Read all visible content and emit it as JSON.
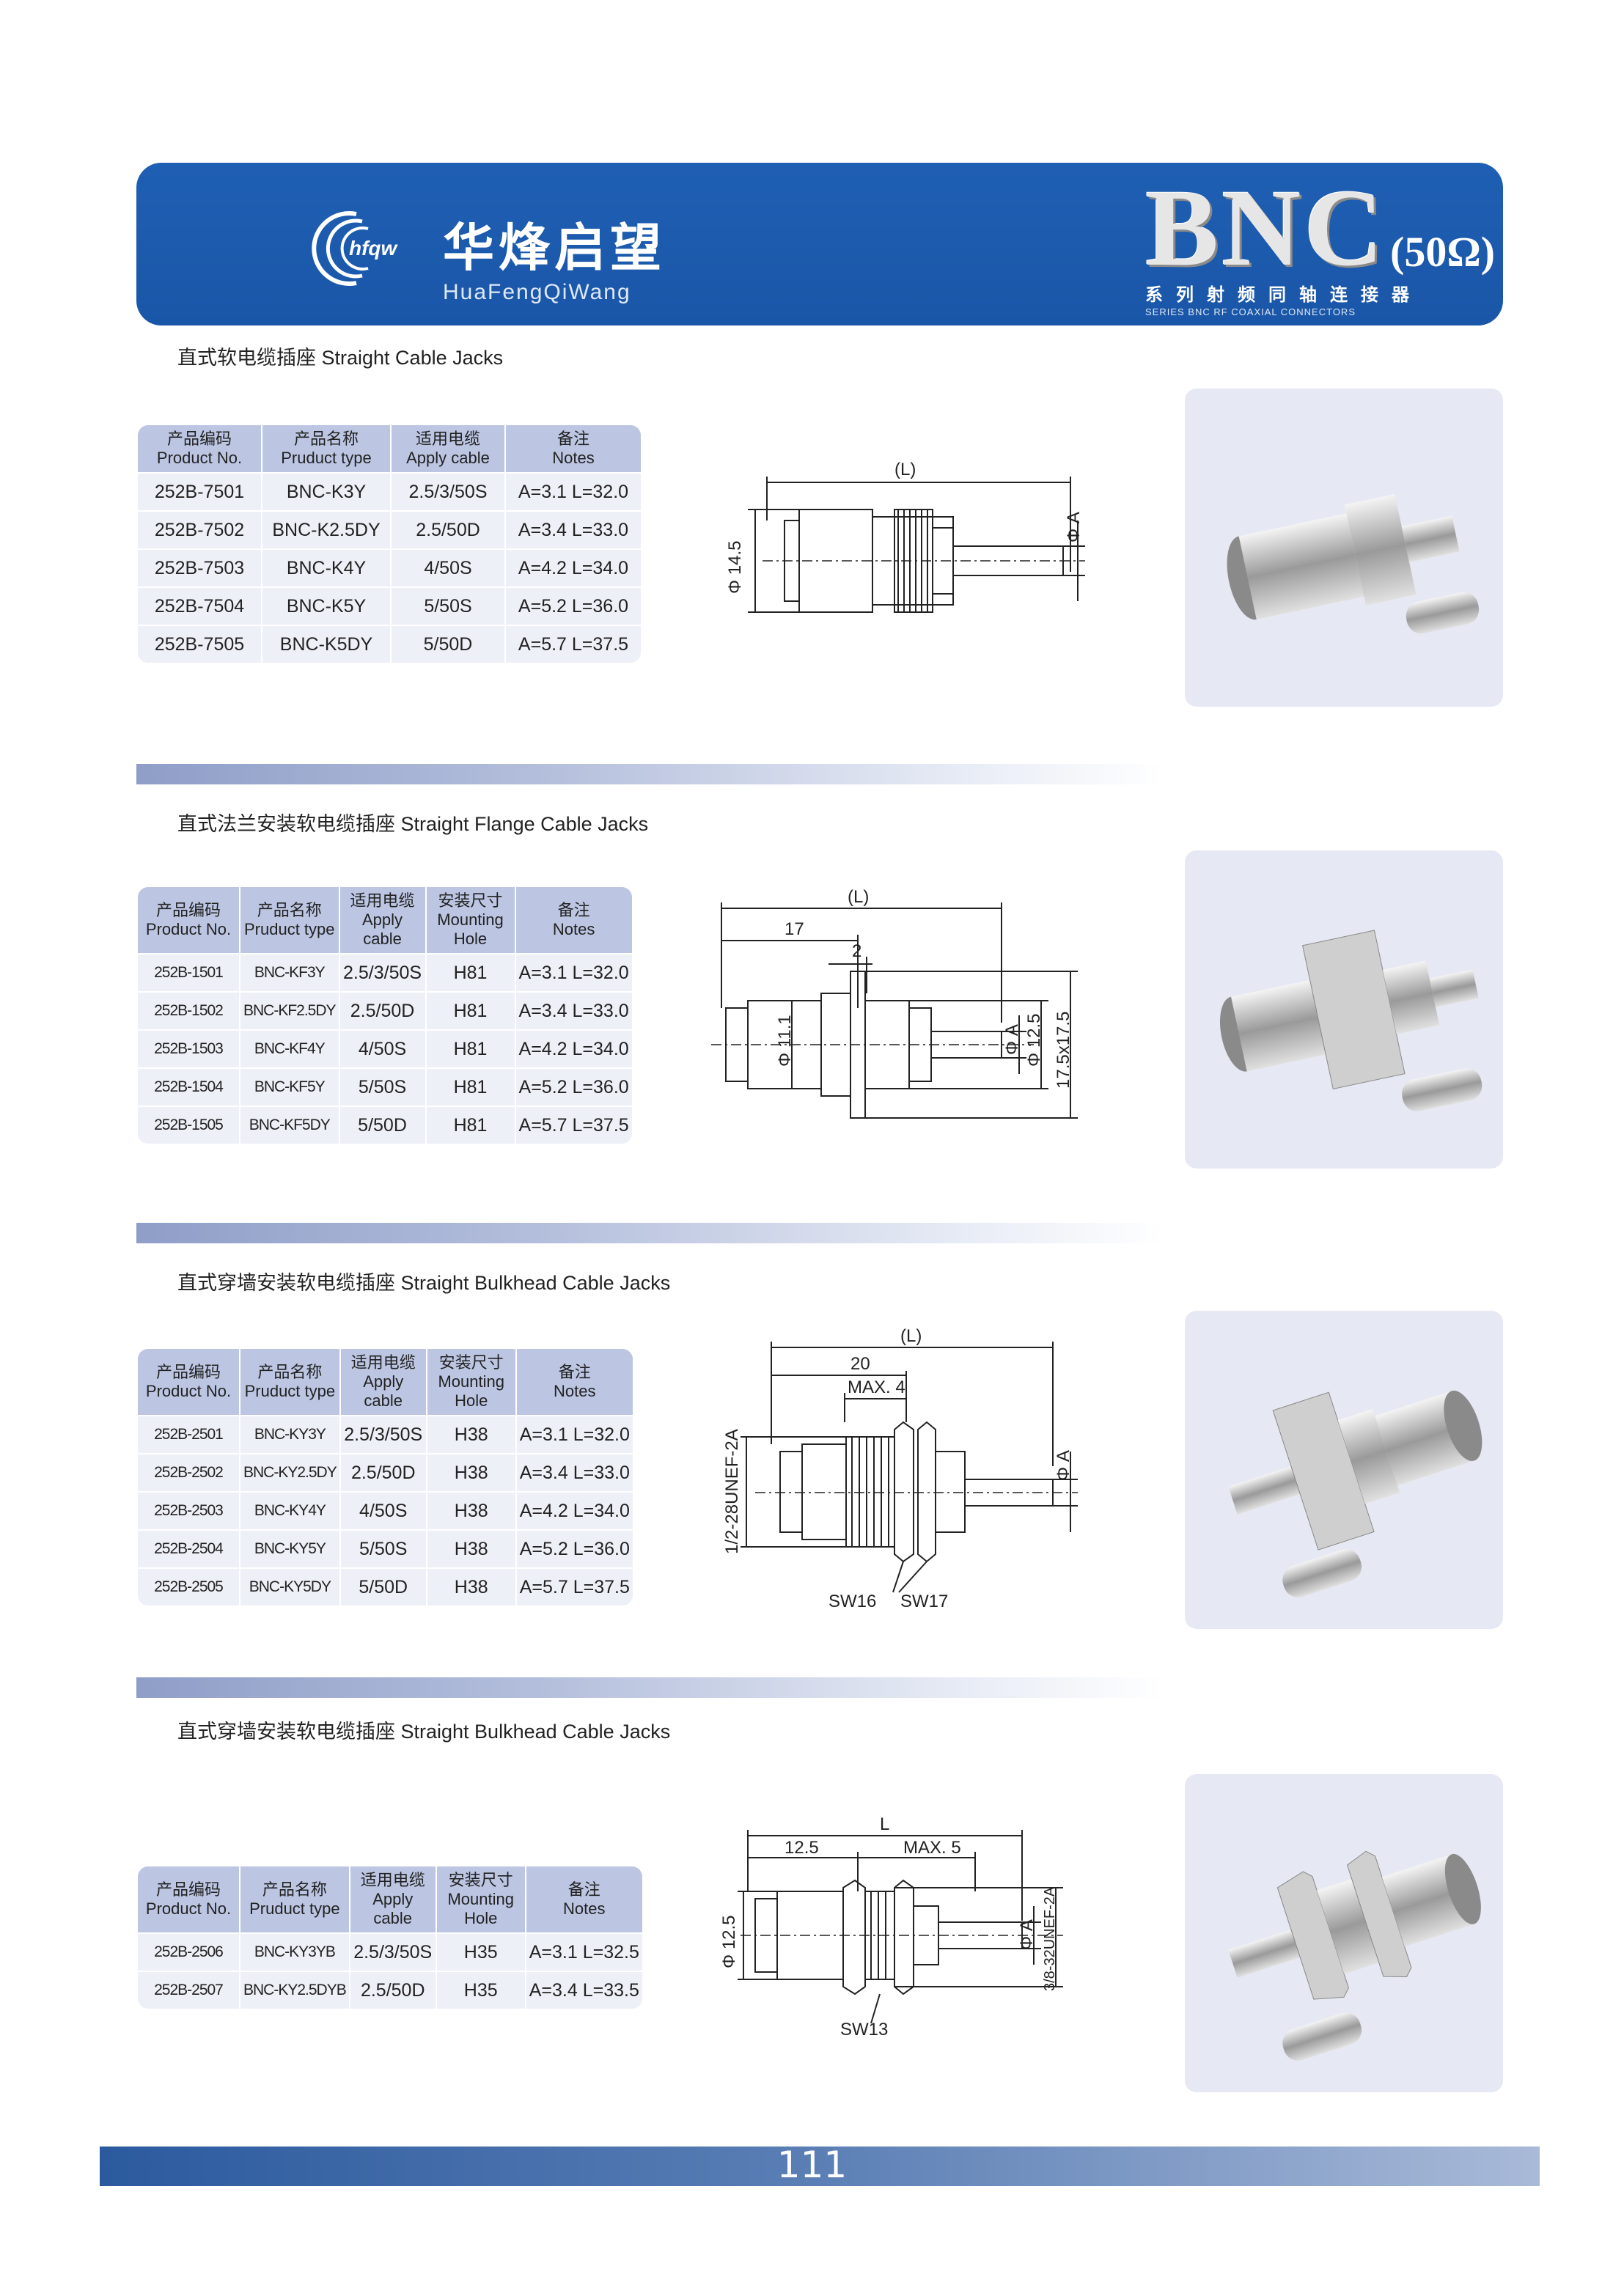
{
  "header": {
    "logo_text": "hfqw",
    "brand_cn": "华烽启望",
    "brand_en": "HuaFengQiWang",
    "series": "BNC",
    "impedance": "(50Ω)",
    "sub_cn": "系列射频同轴连接器",
    "sub_en": "SERIES BNC RF COAXIAL CONNECTORS"
  },
  "sections": [
    {
      "title": "直式软电缆插座  Straight Cable Jacks",
      "headers": [
        [
          "产品编码",
          "Product No."
        ],
        [
          "产品名称",
          "Pruduct type"
        ],
        [
          "适用电缆",
          "Apply cable"
        ],
        [
          "备注",
          "Notes"
        ]
      ],
      "rows": [
        [
          "252B-7501",
          "BNC-K3Y",
          "2.5/3/50S",
          "A=3.1 L=32.0"
        ],
        [
          "252B-7502",
          "BNC-K2.5DY",
          "2.5/50D",
          "A=3.4 L=33.0"
        ],
        [
          "252B-7503",
          "BNC-K4Y",
          "4/50S",
          "A=4.2 L=34.0"
        ],
        [
          "252B-7504",
          "BNC-K5Y",
          "5/50S",
          "A=5.2 L=36.0"
        ],
        [
          "252B-7505",
          "BNC-K5DY",
          "5/50D",
          "A=5.7 L=37.5"
        ]
      ],
      "dims": {
        "L": "(L)",
        "d1": "Φ 14.5",
        "A": "Φ A"
      }
    },
    {
      "title": "直式法兰安装软电缆插座  Straight Flange Cable Jacks",
      "headers": [
        [
          "产品编码",
          "Product No."
        ],
        [
          "产品名称",
          "Pruduct type"
        ],
        [
          "适用电缆",
          "Apply cable"
        ],
        [
          "安装尺寸",
          "Mounting Hole"
        ],
        [
          "备注",
          "Notes"
        ]
      ],
      "rows": [
        [
          "252B-1501",
          "BNC-KF3Y",
          "2.5/3/50S",
          "H81",
          "A=3.1 L=32.0"
        ],
        [
          "252B-1502",
          "BNC-KF2.5DY",
          "2.5/50D",
          "H81",
          "A=3.4 L=33.0"
        ],
        [
          "252B-1503",
          "BNC-KF4Y",
          "4/50S",
          "H81",
          "A=4.2 L=34.0"
        ],
        [
          "252B-1504",
          "BNC-KF5Y",
          "5/50S",
          "H81",
          "A=5.2 L=36.0"
        ],
        [
          "252B-1505",
          "BNC-KF5DY",
          "5/50D",
          "H81",
          "A=5.7 L=37.5"
        ]
      ],
      "dims": {
        "L": "(L)",
        "d17": "17",
        "d2": "2",
        "d111": "Φ 11.1",
        "A": "Φ A",
        "d125": "Φ 12.5",
        "sq": "17.5x17.5"
      }
    },
    {
      "title": "直式穿墙安装软电缆插座  Straight Bulkhead Cable Jacks",
      "headers": [
        [
          "产品编码",
          "Product No."
        ],
        [
          "产品名称",
          "Pruduct type"
        ],
        [
          "适用电缆",
          "Apply cable"
        ],
        [
          "安装尺寸",
          "Mounting Hole"
        ],
        [
          "备注",
          "Notes"
        ]
      ],
      "rows": [
        [
          "252B-2501",
          "BNC-KY3Y",
          "2.5/3/50S",
          "H38",
          "A=3.1 L=32.0"
        ],
        [
          "252B-2502",
          "BNC-KY2.5DY",
          "2.5/50D",
          "H38",
          "A=3.4 L=33.0"
        ],
        [
          "252B-2503",
          "BNC-KY4Y",
          "4/50S",
          "H38",
          "A=4.2 L=34.0"
        ],
        [
          "252B-2504",
          "BNC-KY5Y",
          "5/50S",
          "H38",
          "A=5.2 L=36.0"
        ],
        [
          "252B-2505",
          "BNC-KY5DY",
          "5/50D",
          "H38",
          "A=5.7 L=37.5"
        ]
      ],
      "dims": {
        "L": "(L)",
        "d20": "20",
        "max": "MAX. 4",
        "thread": "1/2-28UNEF-2A",
        "A": "Φ A",
        "sw1": "SW16",
        "sw2": "SW17"
      }
    },
    {
      "title": "直式穿墙安装软电缆插座  Straight Bulkhead Cable Jacks",
      "headers": [
        [
          "产品编码",
          "Product No."
        ],
        [
          "产品名称",
          "Pruduct type"
        ],
        [
          "适用电缆",
          "Apply cable"
        ],
        [
          "安装尺寸",
          "Mounting Hole"
        ],
        [
          "备注",
          "Notes"
        ]
      ],
      "rows": [
        [
          "252B-2506",
          "BNC-KY3YB",
          "2.5/3/50S",
          "H35",
          "A=3.1 L=32.5"
        ],
        [
          "252B-2507",
          "BNC-KY2.5DYB",
          "2.5/50D",
          "H35",
          "A=3.4 L=33.5"
        ]
      ],
      "dims": {
        "L": "L",
        "d125": "12.5",
        "max": "MAX. 5",
        "d125v": "Φ 12.5",
        "A": "Φ A",
        "thread": "3/8-32UNEF-2A",
        "sw": "SW13"
      }
    }
  ],
  "page_number": "111"
}
